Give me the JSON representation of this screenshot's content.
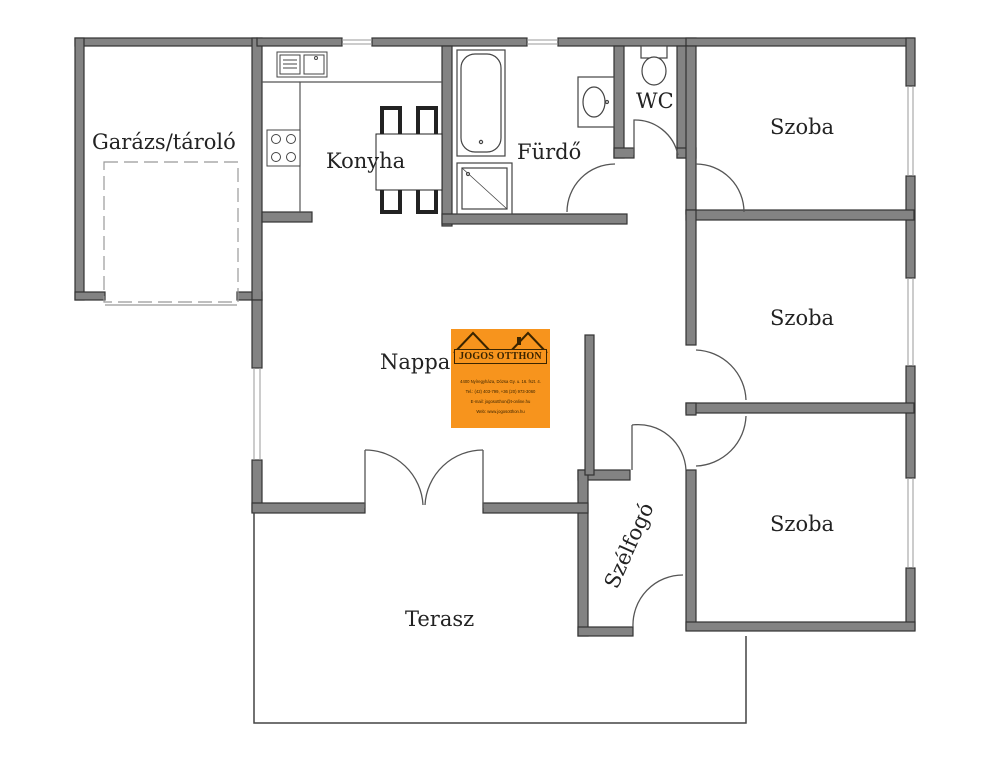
{
  "rooms": {
    "garage": "Garázs/tároló",
    "kitchen": "Konyha",
    "bath": "Fürdő",
    "wc": "WC",
    "room1": "Szoba",
    "room2": "Szoba",
    "room3": "Szoba",
    "living": "Nappa",
    "windbreak": "Szélfogó",
    "terrace": "Terasz"
  },
  "logo": {
    "brand": "JOGOS OTTHON",
    "address": "4400 Nyíregyháza, Dózsa Gy. u. 16. fszt. 4.",
    "phone": "Tel.: (42) 403-799, +36 (20) 973-3060",
    "email": "E-mail: jogosotthon@t-online.hu",
    "web": "Web: www.jogosotthon.hu"
  },
  "colors": {
    "wall": "#838383",
    "wall_outline": "#333333",
    "logo_bg": "#f7941d"
  }
}
